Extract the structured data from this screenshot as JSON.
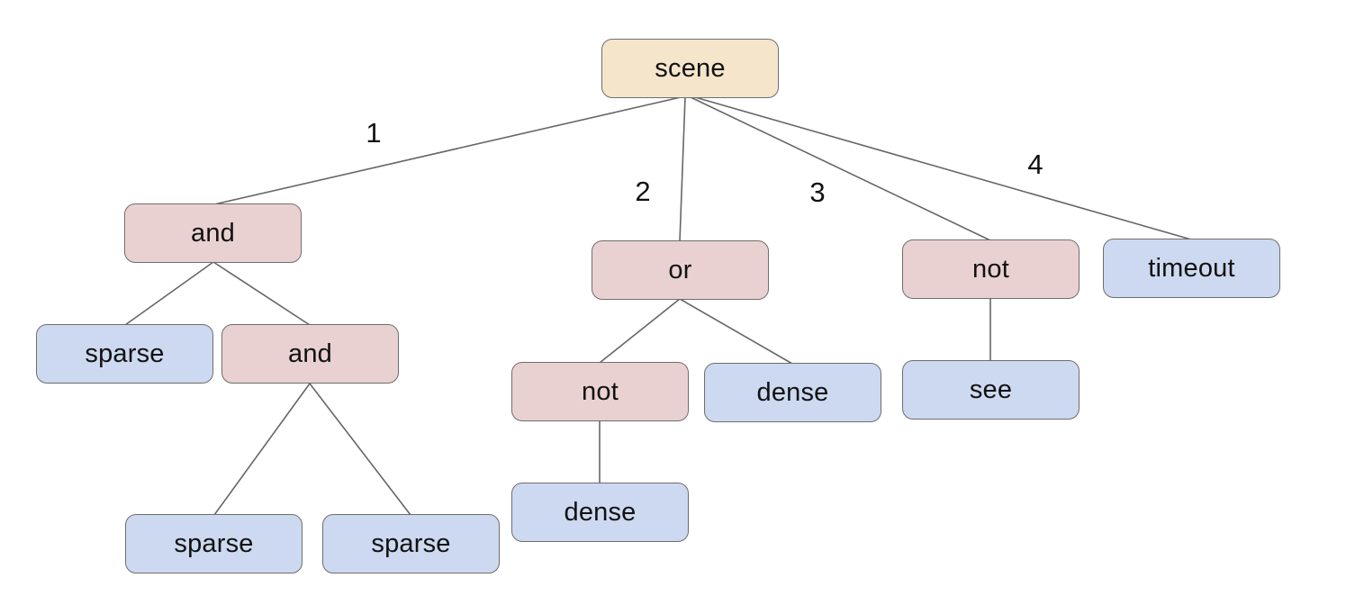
{
  "diagram": {
    "background": "#ffffff",
    "colors": {
      "root_fill": "#f5e5cb",
      "operator_fill": "#ead1d1",
      "leaf_fill": "#cdd9f0",
      "node_border": "#6e6e6e",
      "edge_stroke": "#666666",
      "text": "#111111"
    },
    "nodes": [
      {
        "id": "scene",
        "label": "scene",
        "kind": "root"
      },
      {
        "id": "and-1",
        "label": "and",
        "kind": "operator"
      },
      {
        "id": "or-1",
        "label": "or",
        "kind": "operator"
      },
      {
        "id": "not-1",
        "label": "not",
        "kind": "operator"
      },
      {
        "id": "timeout",
        "label": "timeout",
        "kind": "leaf"
      },
      {
        "id": "sparse-1",
        "label": "sparse",
        "kind": "leaf"
      },
      {
        "id": "and-2",
        "label": "and",
        "kind": "operator"
      },
      {
        "id": "not-2",
        "label": "not",
        "kind": "operator"
      },
      {
        "id": "dense-1",
        "label": "dense",
        "kind": "leaf"
      },
      {
        "id": "see",
        "label": "see",
        "kind": "leaf"
      },
      {
        "id": "dense-2",
        "label": "dense",
        "kind": "leaf"
      },
      {
        "id": "sparse-2",
        "label": "sparse",
        "kind": "leaf"
      },
      {
        "id": "sparse-3",
        "label": "sparse",
        "kind": "leaf"
      }
    ],
    "edges": [
      {
        "from": "scene",
        "to": "and-1",
        "label": "1"
      },
      {
        "from": "scene",
        "to": "or-1",
        "label": "2"
      },
      {
        "from": "scene",
        "to": "not-1",
        "label": "3"
      },
      {
        "from": "scene",
        "to": "timeout",
        "label": "4"
      },
      {
        "from": "and-1",
        "to": "sparse-1",
        "label": ""
      },
      {
        "from": "and-1",
        "to": "and-2",
        "label": ""
      },
      {
        "from": "and-2",
        "to": "sparse-2",
        "label": ""
      },
      {
        "from": "and-2",
        "to": "sparse-3",
        "label": ""
      },
      {
        "from": "or-1",
        "to": "not-2",
        "label": ""
      },
      {
        "from": "or-1",
        "to": "dense-1",
        "label": ""
      },
      {
        "from": "not-2",
        "to": "dense-2",
        "label": ""
      },
      {
        "from": "not-1",
        "to": "see",
        "label": ""
      }
    ]
  }
}
